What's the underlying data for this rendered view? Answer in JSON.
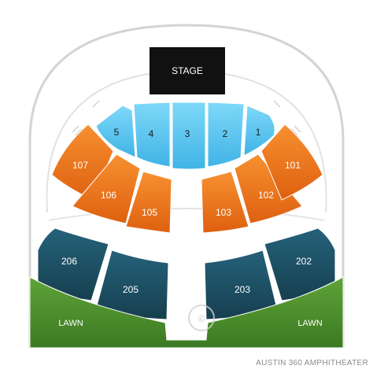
{
  "stage": {
    "label": "STAGE"
  },
  "sections": [
    {
      "id": "5",
      "label": "5",
      "tier": "pit"
    },
    {
      "id": "4",
      "label": "4",
      "tier": "pit"
    },
    {
      "id": "3",
      "label": "3",
      "tier": "pit"
    },
    {
      "id": "2",
      "label": "2",
      "tier": "pit"
    },
    {
      "id": "1",
      "label": "1",
      "tier": "pit"
    },
    {
      "id": "107",
      "label": "107",
      "tier": "lower"
    },
    {
      "id": "106",
      "label": "106",
      "tier": "lower"
    },
    {
      "id": "105",
      "label": "105",
      "tier": "lower"
    },
    {
      "id": "103",
      "label": "103",
      "tier": "lower"
    },
    {
      "id": "102",
      "label": "102",
      "tier": "lower"
    },
    {
      "id": "101",
      "label": "101",
      "tier": "lower"
    },
    {
      "id": "206",
      "label": "206",
      "tier": "upper"
    },
    {
      "id": "205",
      "label": "205",
      "tier": "upper"
    },
    {
      "id": "203",
      "label": "203",
      "tier": "upper"
    },
    {
      "id": "202",
      "label": "202",
      "tier": "upper"
    }
  ],
  "lawn": {
    "left_label": "LAWN",
    "right_label": "LAWN"
  },
  "watermark": "©",
  "venue_name": "AUSTIN 360 AMPHITHEATER",
  "colors": {
    "pit": "#5bc8f0",
    "lower": "#f07a18",
    "upper": "#1b4d5e",
    "lawn": "#4a8c2a",
    "stage": "#111111",
    "outline": "#d8d8d8",
    "pit_text": "#1a1a1a",
    "section_text": "#ffffff"
  }
}
